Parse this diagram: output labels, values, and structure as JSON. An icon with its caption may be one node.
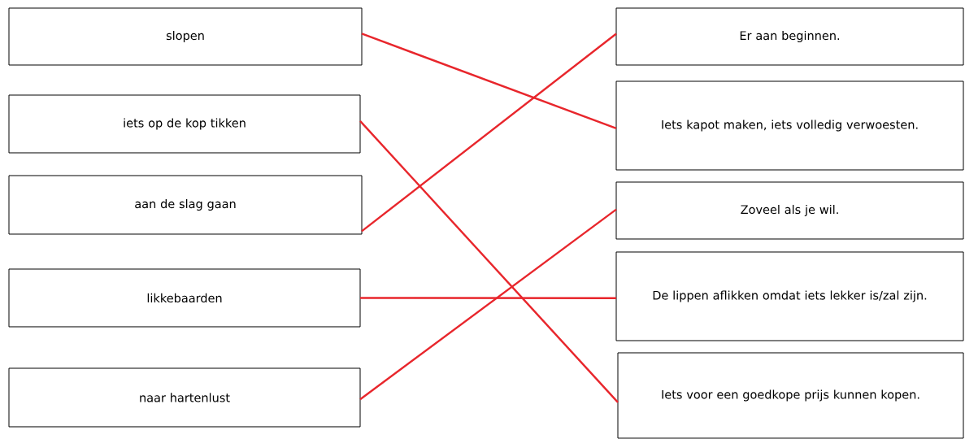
{
  "diagram": {
    "nodes": [
      {
        "text": [
          "slopen"
        ]
      },
      {
        "text": [
          "iets op de kop tikken"
        ]
      },
      {
        "text": [
          "aan de slag gaan"
        ]
      },
      {
        "text": [
          "likkebaarden"
        ]
      },
      {
        "text": [
          "naar hartenlust"
        ]
      },
      {
        "text": [
          "Er aan beginnen."
        ]
      },
      {
        "text": [
          "Iets kapot maken, iets volledig verwoesten."
        ]
      },
      {
        "text": [
          "Zoveel als je wil."
        ]
      },
      {
        "text": [
          "De lippen aflikken omdat iets lekker is/zal zijn."
        ]
      },
      {
        "text": [
          "Iets voor een goedkope prijs kunnen kopen."
        ]
      }
    ],
    "edges": [
      {
        "from": 0,
        "to": 6,
        "arrow": "none",
        "color": "#e8262c"
      },
      {
        "from": 1,
        "to": 9,
        "arrow": "none",
        "color": "#e8262c"
      },
      {
        "from": 2,
        "to": 5,
        "arrow": "none",
        "color": "#e8262c"
      },
      {
        "from": 3,
        "to": 8,
        "arrow": "none",
        "color": "#e8262c"
      },
      {
        "from": 4,
        "to": 7,
        "arrow": "none",
        "color": "#e8262c"
      }
    ]
  }
}
